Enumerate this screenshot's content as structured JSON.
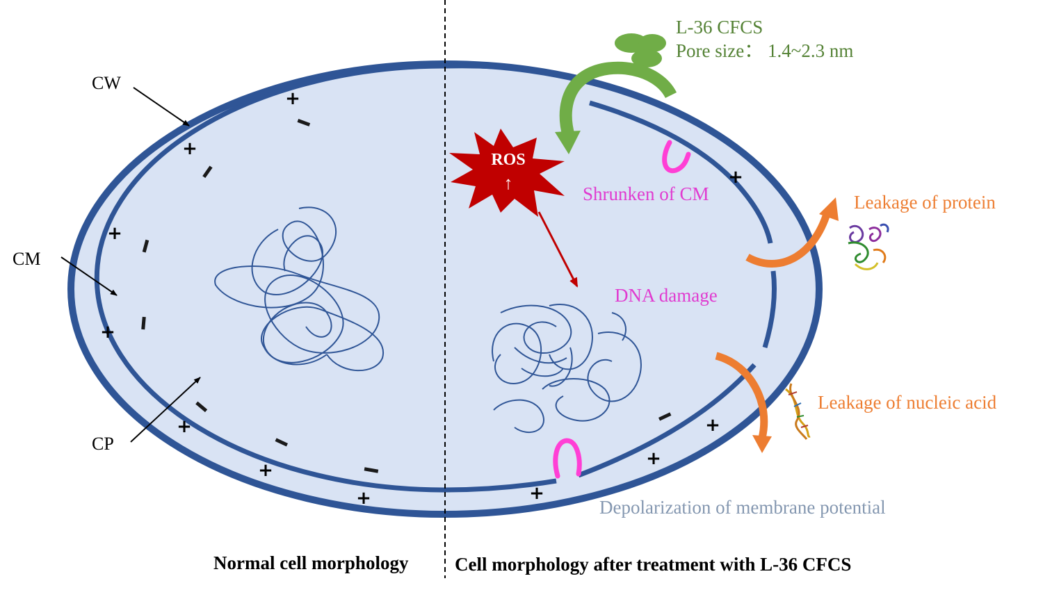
{
  "labels": {
    "cw": "CW",
    "cm": "CM",
    "cp": "CP",
    "cfcs_name": "L-36 CFCS",
    "pore_size": "Pore size：  1.4~2.3 nm",
    "ros": "ROS",
    "ros_arrow": "↑",
    "shrunken": "Shrunken of CM",
    "dna_damage": "DNA damage",
    "leak_protein": "Leakage of protein",
    "leak_nucleic": "Leakage of nucleic acid",
    "depolarization": "Depolarization of membrane potential",
    "caption_normal": "Normal cell morphology",
    "caption_treated": "Cell morphology after treatment with L-36 CFCS"
  },
  "charges": {
    "plus": "+",
    "minus": "−"
  },
  "colors": {
    "cell_fill": "#d9e3f4",
    "cell_wall": "#2f5596",
    "dna": "#2f5596",
    "green": "#70ad47",
    "label_green": "#548235",
    "ros_red": "#c00000",
    "pink": "#ff3fd5",
    "label_magenta": "#e03bd0",
    "orange": "#ed7d31",
    "gray_blue": "#8497b0",
    "text": "#000000"
  }
}
